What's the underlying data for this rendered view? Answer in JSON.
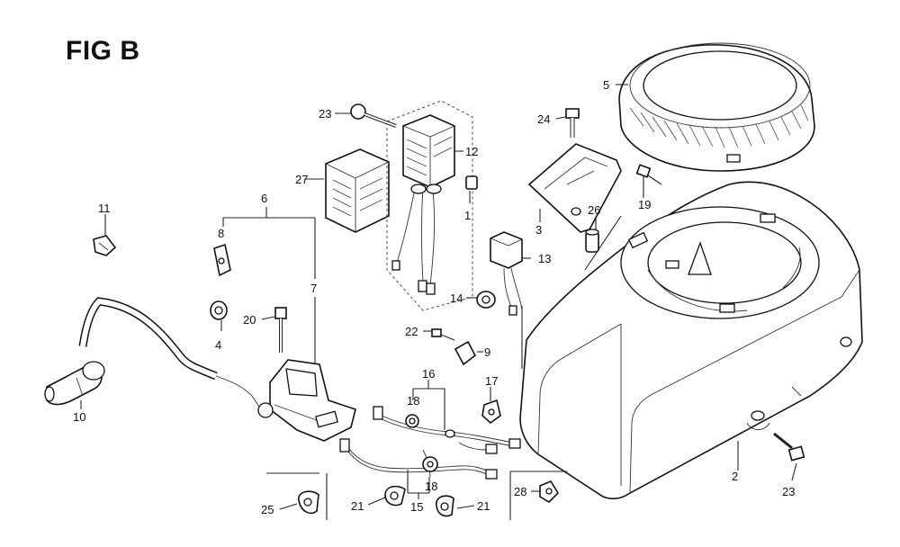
{
  "figure": {
    "title": "FIG B",
    "callouts": [
      {
        "id": "c1",
        "label": "1"
      },
      {
        "id": "c2",
        "label": "2"
      },
      {
        "id": "c3",
        "label": "3"
      },
      {
        "id": "c4",
        "label": "4"
      },
      {
        "id": "c5",
        "label": "5"
      },
      {
        "id": "c6",
        "label": "6"
      },
      {
        "id": "c7",
        "label": "7"
      },
      {
        "id": "c8",
        "label": "8"
      },
      {
        "id": "c9",
        "label": "9"
      },
      {
        "id": "c10",
        "label": "10"
      },
      {
        "id": "c11",
        "label": "11"
      },
      {
        "id": "c12",
        "label": "12"
      },
      {
        "id": "c13",
        "label": "13"
      },
      {
        "id": "c14",
        "label": "14"
      },
      {
        "id": "c15",
        "label": "15"
      },
      {
        "id": "c16",
        "label": "16"
      },
      {
        "id": "c17",
        "label": "17"
      },
      {
        "id": "c18a",
        "label": "18"
      },
      {
        "id": "c18b",
        "label": "18"
      },
      {
        "id": "c19",
        "label": "19"
      },
      {
        "id": "c20",
        "label": "20"
      },
      {
        "id": "c21a",
        "label": "21"
      },
      {
        "id": "c21b",
        "label": "21"
      },
      {
        "id": "c22",
        "label": "22"
      },
      {
        "id": "c23a",
        "label": "23"
      },
      {
        "id": "c23b",
        "label": "23"
      },
      {
        "id": "c24",
        "label": "24"
      },
      {
        "id": "c25",
        "label": "25"
      },
      {
        "id": "c26",
        "label": "26"
      },
      {
        "id": "c27",
        "label": "27"
      },
      {
        "id": "c28",
        "label": "28"
      }
    ]
  }
}
